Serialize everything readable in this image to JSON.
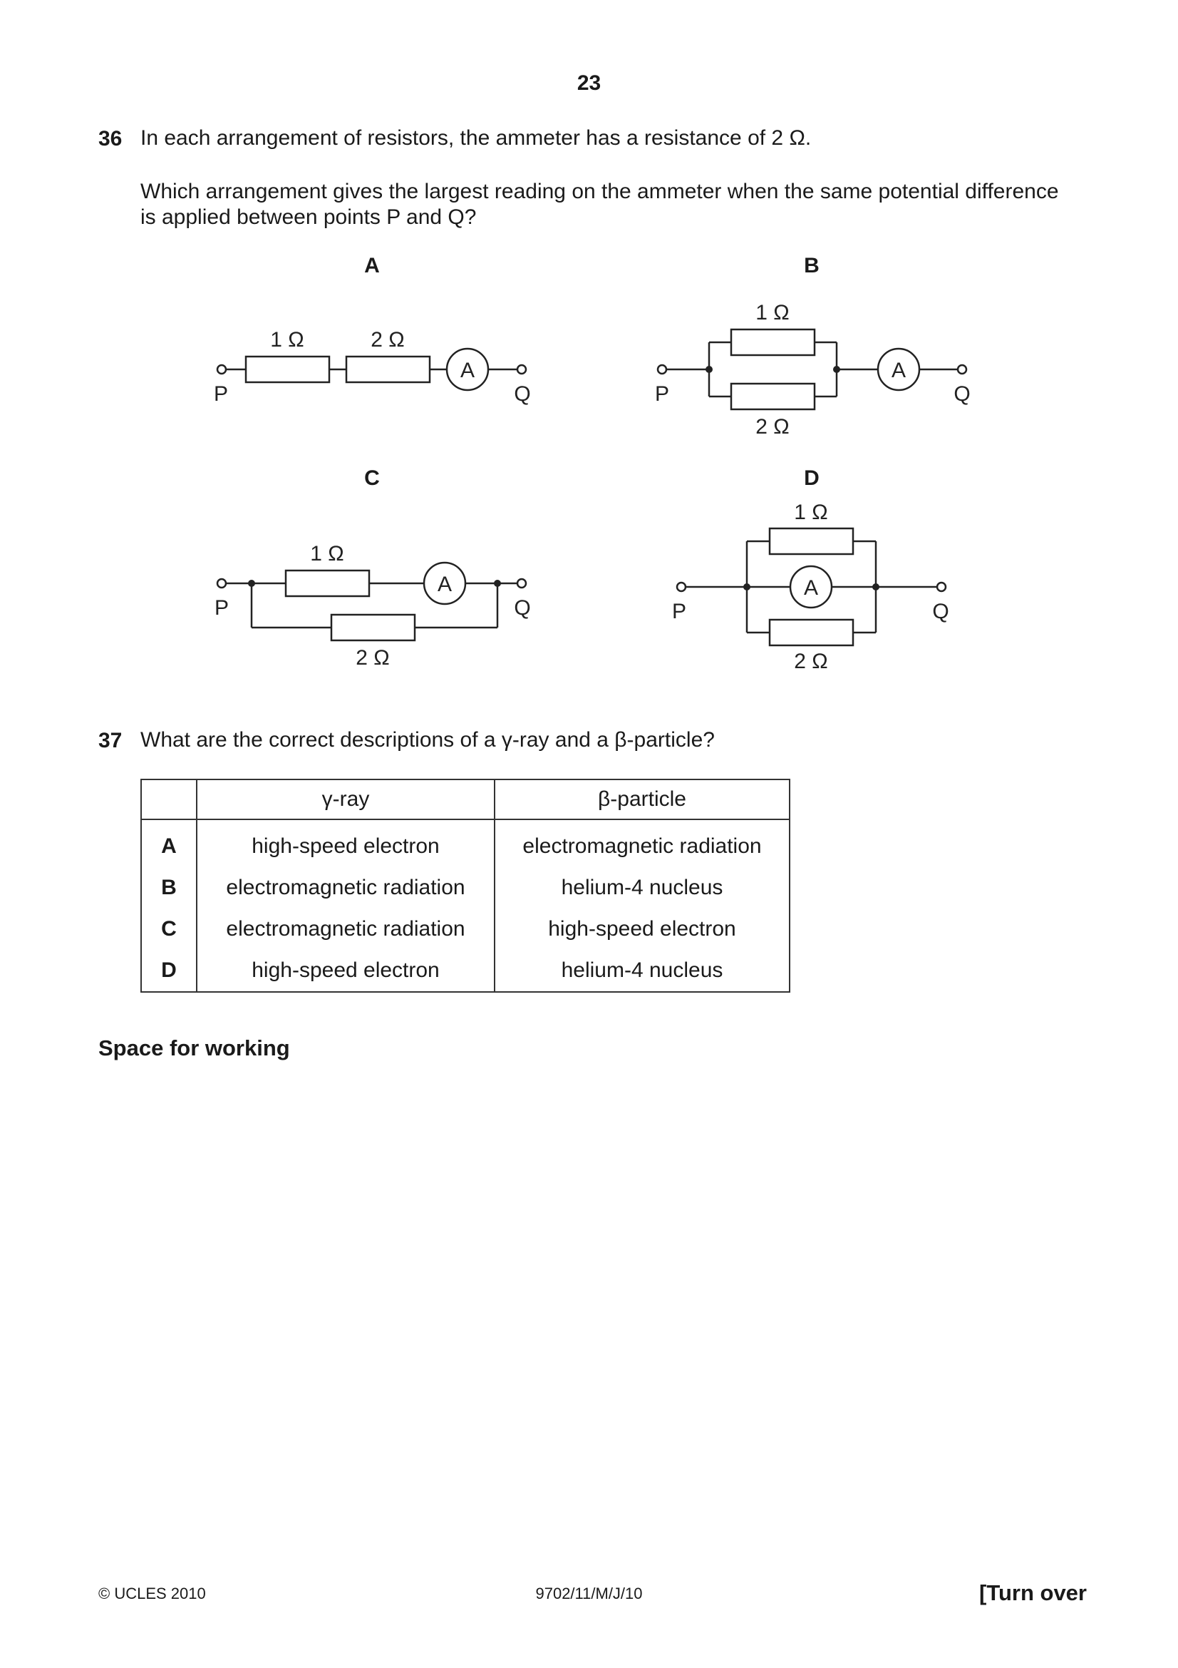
{
  "page": {
    "number": "23"
  },
  "q36": {
    "number": "36",
    "line1": "In each arrangement of resistors, the ammeter has a resistance of 2 Ω.",
    "line2": "Which arrangement gives the largest reading on the ammeter when the same potential difference",
    "line3": "is applied between points P and Q?",
    "circuits": {
      "A": {
        "label": "A",
        "r1": "1 Ω",
        "r2": "2 Ω",
        "meter": "A",
        "p": "P",
        "q": "Q"
      },
      "B": {
        "label": "B",
        "r1": "1 Ω",
        "r2": "2 Ω",
        "meter": "A",
        "p": "P",
        "q": "Q"
      },
      "C": {
        "label": "C",
        "r1": "1 Ω",
        "r2": "2 Ω",
        "meter": "A",
        "p": "P",
        "q": "Q"
      },
      "D": {
        "label": "D",
        "r1": "1 Ω",
        "r2": "2 Ω",
        "meter": "A",
        "p": "P",
        "q": "Q"
      }
    }
  },
  "q37": {
    "number": "37",
    "text": "What are the correct descriptions of a γ-ray and a β-particle?",
    "table": {
      "headers": [
        "",
        "γ-ray",
        "β-particle"
      ],
      "rows": [
        {
          "option": "A",
          "gamma": "high-speed electron",
          "beta": "electromagnetic radiation"
        },
        {
          "option": "B",
          "gamma": "electromagnetic radiation",
          "beta": "helium-4 nucleus"
        },
        {
          "option": "C",
          "gamma": "electromagnetic radiation",
          "beta": "high-speed electron"
        },
        {
          "option": "D",
          "gamma": "high-speed electron",
          "beta": "helium-4 nucleus"
        }
      ]
    }
  },
  "working": "Space for working",
  "footer": {
    "left": "© UCLES 2010",
    "center": "9702/11/M/J/10",
    "right": "[Turn over"
  }
}
